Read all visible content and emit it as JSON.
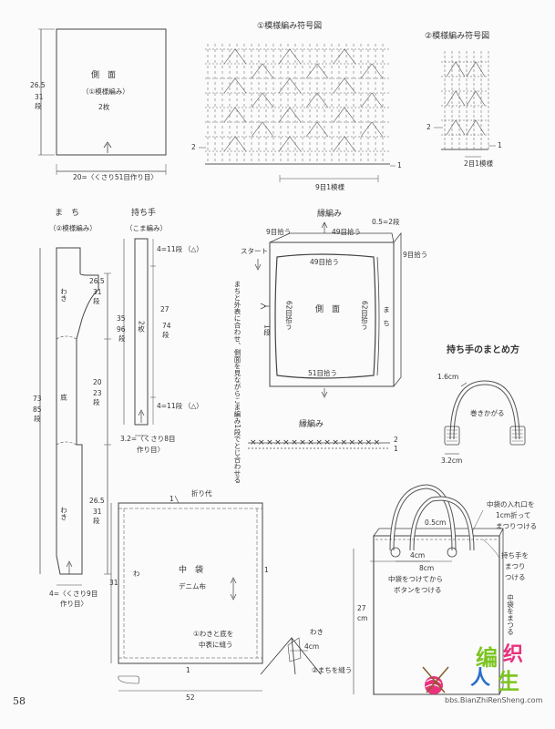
{
  "page_number": "58",
  "side_panel": {
    "title": "側　面",
    "pattern": "（①模様編み）",
    "count": "2枚",
    "height_cm": "26.5",
    "height_rows": "31",
    "rows_unit": "段",
    "width_label": "20=〈くさり51目作り目〉"
  },
  "chart1": {
    "title": "①模様編み符号図",
    "row_mark_2": "2",
    "row_mark_1": "1",
    "repeat": "9目1模様"
  },
  "chart2": {
    "title": "②模様編み符号図",
    "row_mark_2": "2",
    "row_mark_1": "1",
    "repeat": "2目1模様"
  },
  "gusset": {
    "title": "ま　ち",
    "pattern": "（②模様編み）",
    "side_label": "わき",
    "bottom_label": "底",
    "top_cm": "26.5",
    "top_rows": "31",
    "mid_cm": "20",
    "mid_rows": "23",
    "bot_cm": "26.5",
    "bot_rows": "31",
    "total_cm": "73",
    "total_rows": "85",
    "rows_unit": "段",
    "start": "4=〈くさり9目",
    "start2": "作り目〉"
  },
  "handle": {
    "title": "持ち手",
    "pattern": "（こま編み）",
    "count": "2枚",
    "top": "4=11段",
    "top_mark": "（△）",
    "bottom": "4=11段",
    "bottom_mark": "（△）",
    "mid_cm": "27",
    "mid_rows": "74",
    "total_cm": "35",
    "total_rows": "96",
    "rows_unit": "段",
    "start": "3.2=〈くさり8目",
    "start2": "作り目〉"
  },
  "edging": {
    "title": "縁編み",
    "top_pick": "49目拾う",
    "top_sides": "9目拾う",
    "right_top": "9目拾う",
    "ratio": "0.5=2段",
    "inner_top": "49目拾う",
    "left_pick": "62目拾う",
    "right_pick": "62目拾う",
    "bottom_pick": "51目拾う",
    "start": "スタート",
    "center": "側　面",
    "machi": "ま　ち",
    "row": "1段",
    "note": "まちと外表に合わせ、側面を見ながらこま編み1段でとじ合わせる"
  },
  "edge_chart": {
    "title": "縁編み",
    "row_2": "2",
    "row_1": "1"
  },
  "handle_finish": {
    "title": "持ち手のまとめ方",
    "w1": "1.6cm",
    "note": "巻きかがる",
    "w2": "3.2cm"
  },
  "lining": {
    "fold": "折り代",
    "c1": "1",
    "c2": "1",
    "height": "31",
    "side": "わ",
    "title": "中　袋",
    "fabric": "デニム布",
    "note1": "①わきと底を",
    "note2": "中表に縫う",
    "bottom_c": "1",
    "width": "52"
  },
  "sew": {
    "side": "わき",
    "width": "4cm",
    "note": "②まちを縫う"
  },
  "bag": {
    "note_top1": "中袋の入れ口を",
    "note_top2": "1cm折って",
    "note_top3": "まつりつける",
    "gap": "0.5cm",
    "w4": "4cm",
    "w8": "8cm",
    "btn_note1": "中袋をつけてから",
    "btn_note2": "ボタンをつける",
    "handle_note1": "持ち手を",
    "handle_note2": "まつり",
    "handle_note3": "つける",
    "height": "27",
    "height_u": "cm",
    "lining_note": "中袋をまつる"
  },
  "watermark": {
    "main1": "编",
    "main2": "织",
    "main3": "人",
    "main4": "生",
    "url": "bbs.BianZhiRenSheng.com"
  },
  "colors": {
    "ink": "#333333",
    "wm_green": "#7cc421",
    "wm_pink": "#e8327c",
    "wm_blue": "#2a6fc9"
  }
}
